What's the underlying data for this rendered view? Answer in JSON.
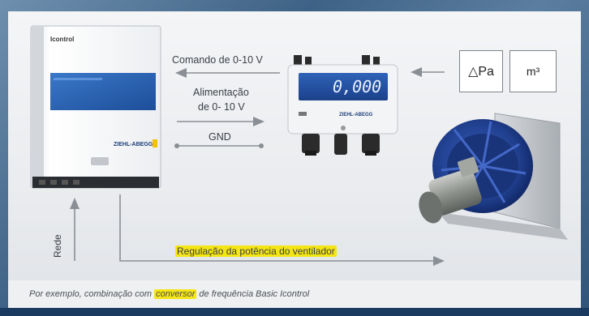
{
  "labels": {
    "comando": "Comando de 0-10 V",
    "alimentacao_line1": "Alimentação",
    "alimentacao_line2": "de 0- 10 V",
    "gnd": "GND",
    "rede": "Rede",
    "regulacao": "Regulação da potência do ventilador"
  },
  "inputs": {
    "pressure": "△Pa",
    "volume": "m³"
  },
  "controller": {
    "brand_label": "Icontrol",
    "logo": "ZIEHL-ABEGG"
  },
  "sensor": {
    "display_value": "0,000",
    "logo": "ZIEHL-ABEGG"
  },
  "caption": {
    "before": "Por exemplo, combinação com ",
    "highlight": "conversor",
    "after": " de frequência Basic Icontrol"
  },
  "colors": {
    "highlight": "#f6e514",
    "frame": "#3e6285",
    "arrow": "#8a8f95",
    "fan_blue": "#1f3e8c",
    "bottom_bar": "#1b3a5f"
  }
}
